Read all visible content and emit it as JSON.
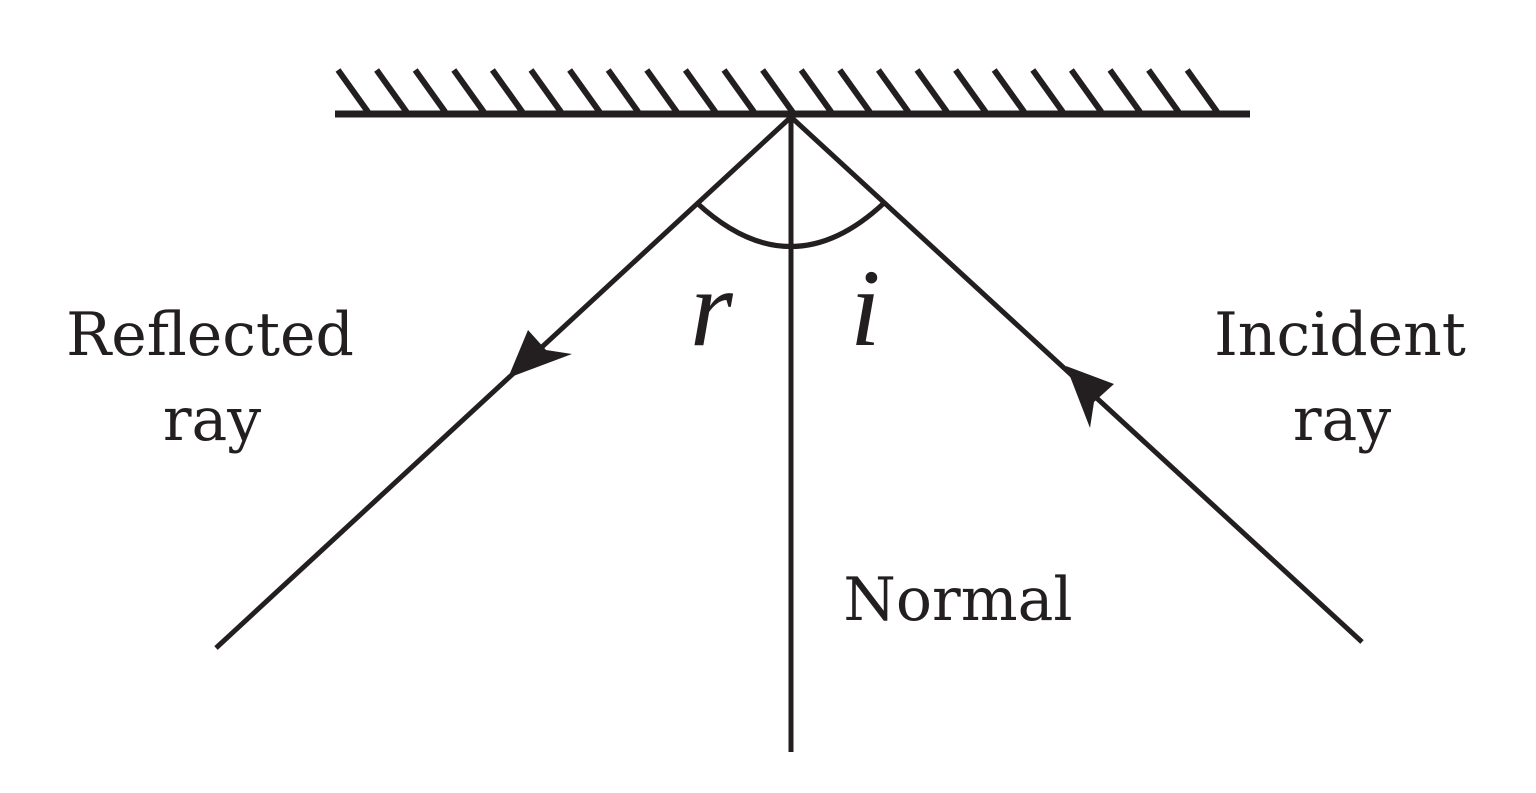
{
  "labels": {
    "reflected_line1": "Reflected",
    "reflected_line2": "ray",
    "incident_line1": "Incident",
    "incident_line2": "ray",
    "normal": "Normal",
    "angle_reflection": "r",
    "angle_incidence": "i"
  },
  "colors": {
    "ink": "#231f20",
    "background": "#ffffff"
  }
}
